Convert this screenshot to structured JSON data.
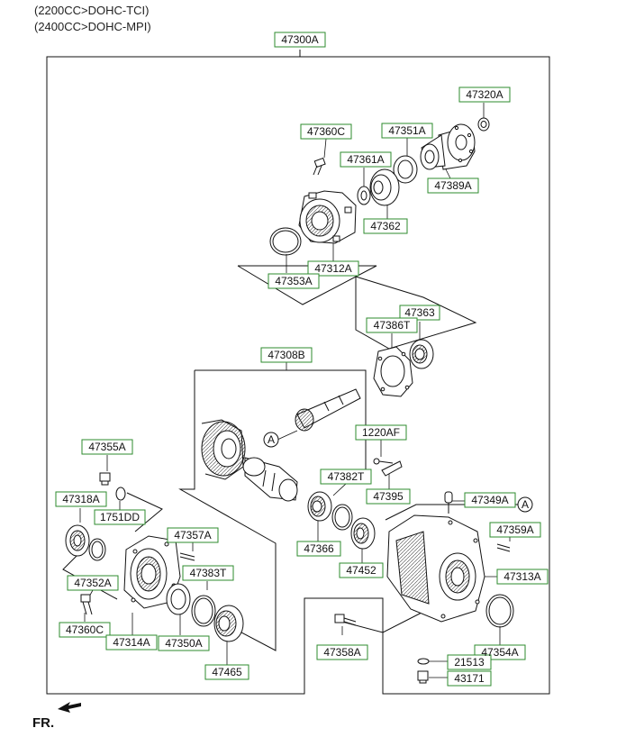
{
  "header": {
    "engine_notes": [
      "(2200CC>DOHC-TCI)",
      "(2400CC>DOHC-MPI)"
    ]
  },
  "assembly": {
    "main_part": "47300A"
  },
  "parts": {
    "p47320A": "47320A",
    "p47360C_top": "47360C",
    "p47351A": "47351A",
    "p47361A": "47361A",
    "p47389A": "47389A",
    "p47362": "47362",
    "p47312A": "47312A",
    "p47353A": "47353A",
    "p47363": "47363",
    "p47386T": "47386T",
    "p47308B": "47308B",
    "p1220AF": "1220AF",
    "p47355A": "47355A",
    "p47382T": "47382T",
    "p47395": "47395",
    "p47318A": "47318A",
    "p1751DD": "1751DD",
    "p47349A": "47349A",
    "p47357A": "47357A",
    "p47359A": "47359A",
    "p47366": "47366",
    "p47383T": "47383T",
    "p47452": "47452",
    "p47313A": "47313A",
    "p47352A": "47352A",
    "p47360C_bottom": "47360C",
    "p47314A": "47314A",
    "p47350A": "47350A",
    "p47358A": "47358A",
    "p47354A": "47354A",
    "p21513": "21513",
    "p47465": "47465",
    "p43171": "43171"
  },
  "markers": {
    "ref_a": "A"
  },
  "footer": {
    "front_indicator": "FR."
  }
}
